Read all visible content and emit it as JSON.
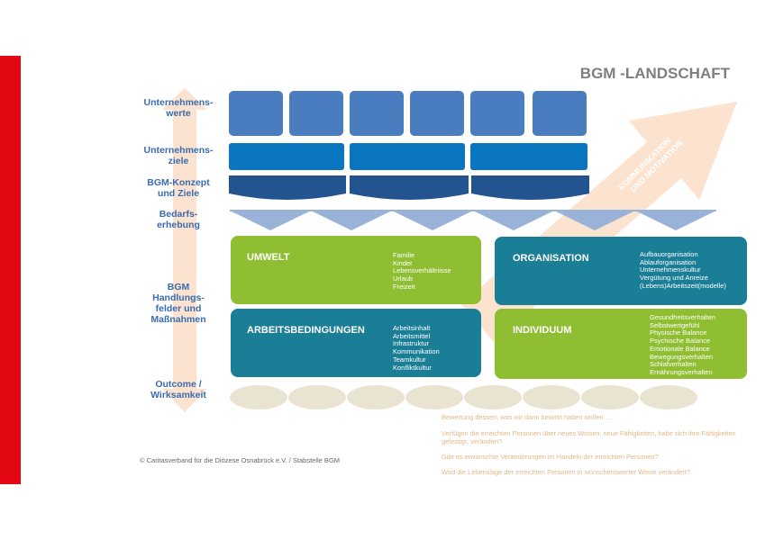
{
  "title": "BGM -LANDSCHAFT",
  "row_labels": {
    "werte": "Unternehmens-\nwerte",
    "ziele": "Unternehmens-\nziele",
    "konzept": "BGM-Konzept\nund Ziele",
    "bedarf": "Bedarfs-\nerhebung",
    "handlung": "BGM\nHandlungs-\nfelder und\nMaßnahmen",
    "outcome": "Outcome /\nWirksamkeit"
  },
  "arrow_text": "KOMMUNIKATION\nUND MOTIVATION",
  "fields": {
    "umwelt": {
      "title": "UMWELT",
      "items": "Familie\nKinder\nLebensverhältnisse\nUrlaub\nFreizeit"
    },
    "organisation": {
      "title": "ORGANISATION",
      "items": "Aufbauorganisation\nAblauforganisation\nUnternehmenskultur\nVergütung und Anreize\n(Lebens)Arbeitszeit(modelle)"
    },
    "arbeit": {
      "title": "ARBEITSBEDINGUNGEN",
      "items": "Arbeitsinhalt\nArbeitsmittel\nInfrastruktur\nKommunikation\nTeamkultur\nKonfliktkultur"
    },
    "individuum": {
      "title": "INDIVIDUUM",
      "items": "Gesundheitsverhalten\nSelbstwertgefühl\nPhysische Balance\nPsychische Balance\nEmotionale Balance\nBewegungsverhalten\nSchlafverhalten\nErnährungsverhalten"
    }
  },
  "questions": [
    "Bewertung dessen, was wir dann bewirkt haben wollen ….",
    "Verfügen die erreichten Personen über neues Wissen, neue Fähigkeiten, habe sich ihre Fähigkeiten gefestigt, verändert?",
    "Gibt es erwünschte Veränderungen im Handeln der erreichten Personen?",
    "Wird die Lebenslage der erreichten Personen in wünschenswerter Weise verändert?"
  ],
  "copyright": "© Caritasverband für die Diözese Osnabrück e.V. / Stabstelle BGM",
  "colors": {
    "accent_red": "#e30613",
    "werte_blue": "#4a7cc0",
    "ziele_blue": "#0b76c0",
    "konzept_blue": "#24548f",
    "green": "#8fbe32",
    "teal": "#1b7e97"
  }
}
